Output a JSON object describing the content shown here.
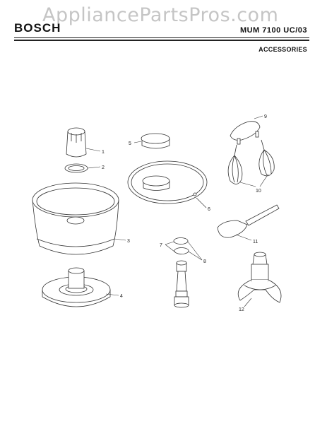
{
  "watermark": "AppliancePartsPros.com",
  "header": {
    "brand": "BOSCH",
    "model": "MUM 7100 UC/03",
    "section": "ACCESSORIES"
  },
  "callouts": {
    "c1": "1",
    "c2": "2",
    "c3": "3",
    "c4": "4",
    "c5": "5",
    "c6": "6",
    "c7": "7",
    "c8": "8",
    "c9": "9",
    "c10": "10",
    "c11": "11",
    "c12": "12"
  }
}
